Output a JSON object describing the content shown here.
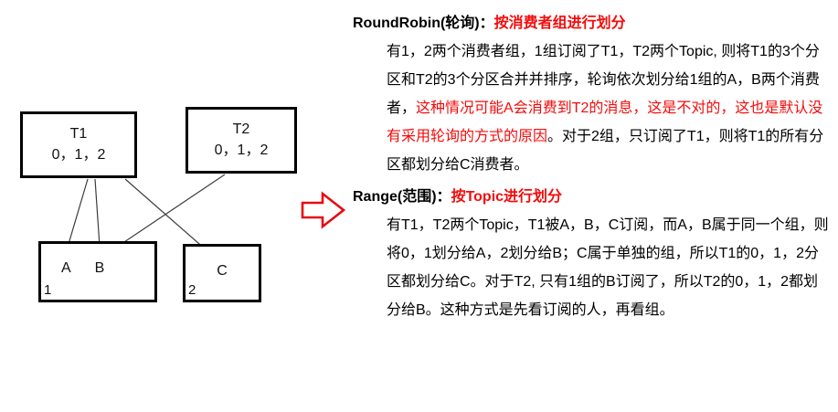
{
  "colors": {
    "accent_red": "#f40b0b",
    "arrow_red": "#e60b12",
    "line": "#3c3c3c",
    "box_border": "#000000"
  },
  "diagram": {
    "t1": {
      "title": "T1",
      "partitions": "0，1，2"
    },
    "t2": {
      "title": "T2",
      "partitions": "0，1，2"
    },
    "group1": {
      "label": "1",
      "consumer_a": "A",
      "consumer_b": "B"
    },
    "group2": {
      "label": "2",
      "consumer_c": "C"
    }
  },
  "notes": {
    "roundrobin": {
      "heading": "RoundRobin(轮询)：",
      "heading_highlight": "按消费者组进行划分",
      "seg1": "有1，2两个消费者组，1组订阅了T1，T2两个Topic, 则将T1的3个分区和T2的3个分区合并并排序，轮询依次划分给1组的A，B两个消费者，",
      "seg2_red": "这种情况可能A会消费到T2的消息，这是不对的，这也是默认没有采用轮询的方式的原因",
      "seg3": "。对于2组，只订阅了T1，则将T1的所有分区都划分给C消费者。"
    },
    "range": {
      "heading": "Range(范围)：",
      "heading_highlight": "按Topic进行划分",
      "seg1": "有T1，T2两个Topic，T1被A，B，C订阅，而A，B属于同一个组，则将0，1划分给A，2划分给B；C属于单独的组，所以T1的0，1，2分区都划分给C。对于T2, 只有1组的B订阅了，所以T2的0，1，2都划分给B。这种方式是先看订阅的人，再看组。"
    }
  }
}
